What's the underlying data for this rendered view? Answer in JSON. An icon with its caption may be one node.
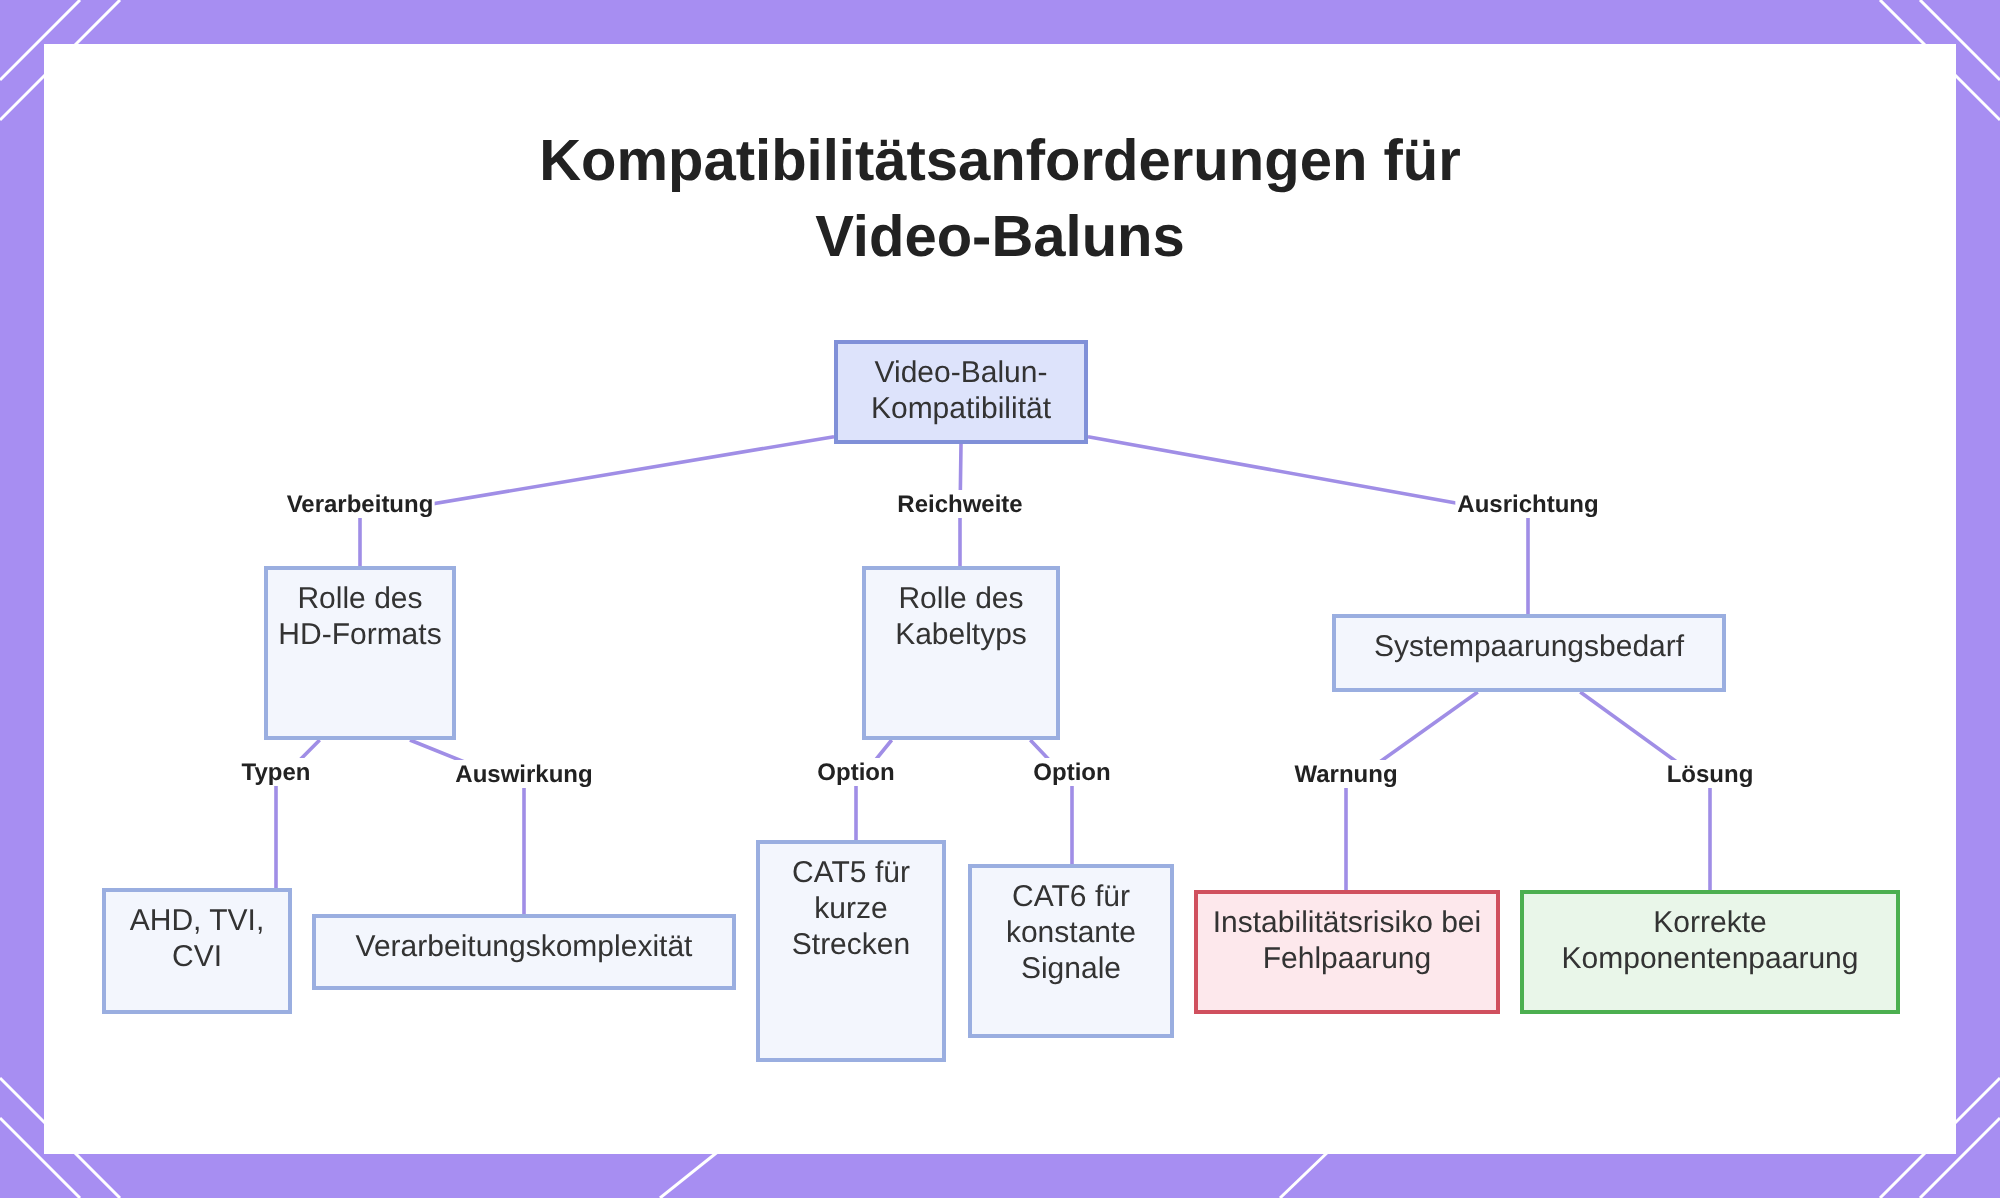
{
  "diagram": {
    "title": "Kompatibilitätsanforderungen für Video-Baluns",
    "nodes": [
      {
        "text": [
          "Video-Balun-Kompatibilität"
        ]
      },
      {
        "text": [
          "Rolle des HD-Formats"
        ]
      },
      {
        "text": [
          "Rolle des Kabeltyps"
        ]
      },
      {
        "text": [
          "Systempaarungsbedarf"
        ]
      },
      {
        "text": [
          "AHD, TVI, CVI"
        ]
      },
      {
        "text": [
          "Verarbeitungskomplexität"
        ]
      },
      {
        "text": [
          "CAT5 für kurze Strecken"
        ]
      },
      {
        "text": [
          "CAT6 für konstante Signale"
        ]
      },
      {
        "text": [
          "Instabilitätsrisiko bei Fehlpaarung"
        ]
      },
      {
        "text": [
          "Korrekte Komponentenpaarung"
        ]
      }
    ],
    "edges": [
      {
        "from": 0,
        "to": 1,
        "arrow": "none",
        "label": "Verarbeitung"
      },
      {
        "from": 0,
        "to": 2,
        "arrow": "none",
        "label": "Reichweite"
      },
      {
        "from": 0,
        "to": 3,
        "arrow": "none",
        "label": "Ausrichtung"
      },
      {
        "from": 1,
        "to": 4,
        "arrow": "none",
        "label": "Typen"
      },
      {
        "from": 1,
        "to": 5,
        "arrow": "none",
        "label": "Auswirkung"
      },
      {
        "from": 2,
        "to": 6,
        "arrow": "none",
        "label": "Option"
      },
      {
        "from": 2,
        "to": 7,
        "arrow": "none",
        "label": "Option"
      },
      {
        "from": 3,
        "to": 8,
        "arrow": "none",
        "label": "Warnung"
      },
      {
        "from": 3,
        "to": 9,
        "arrow": "none",
        "label": "Lösung"
      }
    ]
  }
}
